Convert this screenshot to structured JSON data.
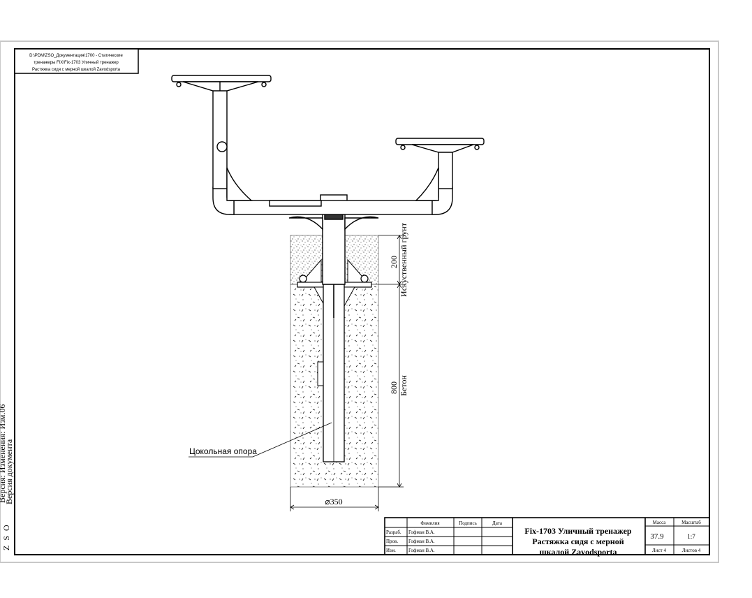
{
  "path_box": {
    "line1": "D:\\PDM\\ZSO_Документация\\1700 - Статические",
    "line2": "тренажеры FIX\\Fix-1703 Уличный тренажер",
    "line3": "Растяжка сидя с мерной шкалой Zavodsporta"
  },
  "annotations": {
    "base_pole": "Цокольная опора",
    "dim_200": "200",
    "dim_800": "800",
    "dim_350": "⌀350",
    "soil_label": "Искуственный грунт",
    "concrete_label": "Бетон"
  },
  "side_margin": {
    "zso": "Z S O",
    "doc_version": "Версия документа",
    "line_top": "Версия: Изменения: Изм.06"
  },
  "title_block": {
    "headers": {
      "surname": "Фамилия",
      "signature": "Подпись",
      "date": "Дата"
    },
    "rows": [
      {
        "role": "Разраб.",
        "name": "Гофман В.А."
      },
      {
        "role": "Пров.",
        "name": "Гофман В.А."
      },
      {
        "role": "Изм.",
        "name": "Гофман В.А."
      }
    ],
    "title_line1": "Fix-1703 Уличный тренажер",
    "title_line2": "Растяжка сидя с мерной",
    "title_line3": "шкалой Zavodsporta",
    "mass_label": "Масса",
    "scale_label": "Масштаб",
    "mass_value": "37.9",
    "scale_value": "1:7",
    "sheet_label": "Лист 4",
    "sheets_label": "Листов 4"
  }
}
